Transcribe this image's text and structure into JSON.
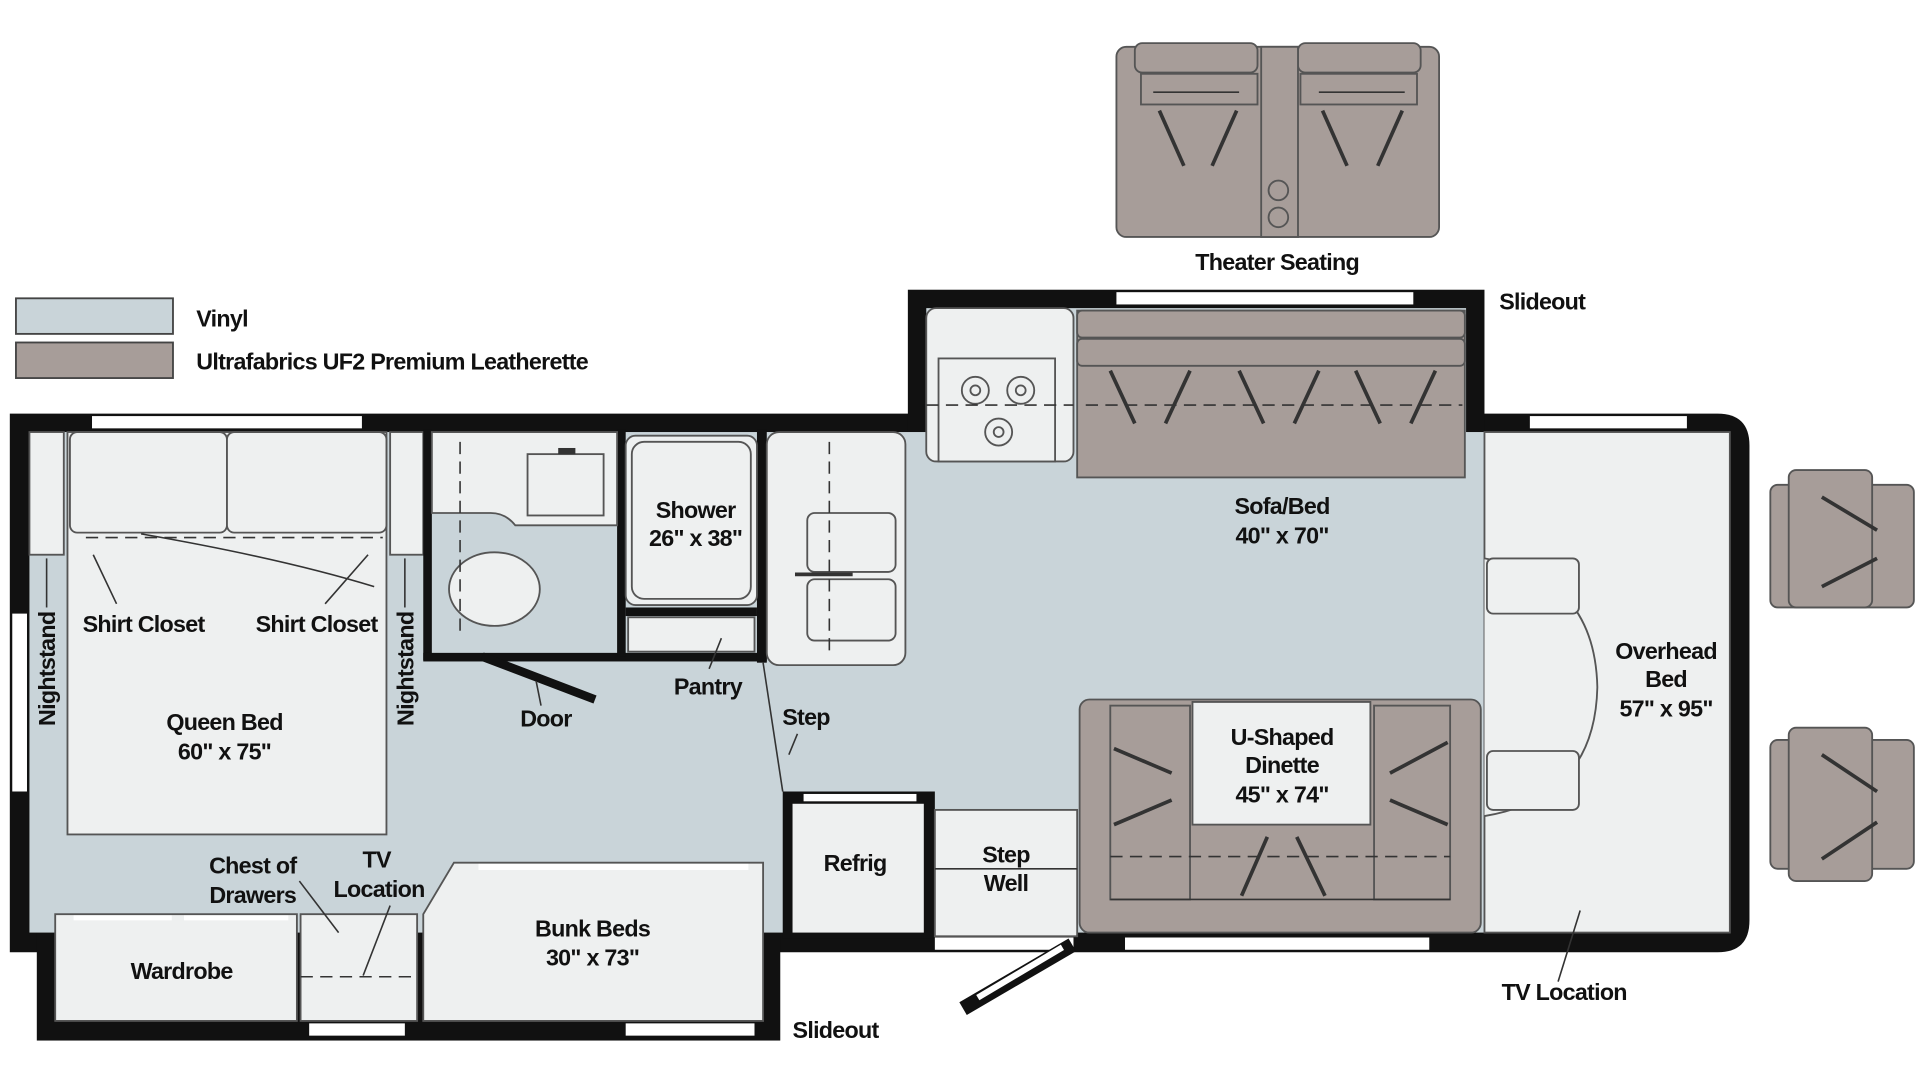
{
  "legend": [
    {
      "label": "Vinyl",
      "color": "#c9d4d9"
    },
    {
      "label": "Ultrafabrics UF2 Premium Leatherette",
      "color": "#a79d99"
    }
  ],
  "labels": {
    "theater_seating": "Theater Seating",
    "slideout_top": "Slideout",
    "slideout_bottom": "Slideout",
    "shower": [
      "Shower",
      "26\" x 38\""
    ],
    "sofa_bed": [
      "Sofa/Bed",
      "40\" x 70\""
    ],
    "shirt_closet_left": "Shirt Closet",
    "shirt_closet_right": "Shirt Closet",
    "nightstand_left": "Nightstand",
    "nightstand_right": "Nightstand",
    "queen_bed": [
      "Queen Bed",
      "60\" x 75\""
    ],
    "door": "Door",
    "pantry": "Pantry",
    "step": "Step",
    "overhead_bed": [
      "Overhead",
      "Bed",
      "57\" x 95\""
    ],
    "dinette": [
      "U-Shaped",
      "Dinette",
      "45\" x 74\""
    ],
    "refrig": "Refrig",
    "step_well": [
      "Step",
      "Well"
    ],
    "chest_of_drawers": [
      "Chest of",
      "Drawers"
    ],
    "tv_location_bedroom": [
      "TV",
      "Location"
    ],
    "wardrobe": "Wardrobe",
    "bunk_beds": [
      "Bunk Beds",
      "30\" x 73\""
    ],
    "tv_location_cab": "TV Location"
  }
}
